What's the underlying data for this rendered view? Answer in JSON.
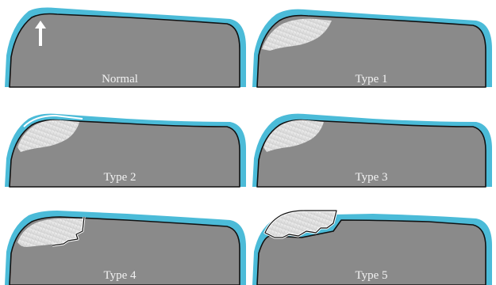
{
  "panels": [
    {
      "label": "Normal"
    },
    {
      "label": "Type 1"
    },
    {
      "label": "Type 2"
    },
    {
      "label": "Type 3"
    },
    {
      "label": "Type 4"
    },
    {
      "label": "Type 5"
    }
  ],
  "colors": {
    "cartilage": "#4bbbd8",
    "bone": "#8a8a8a",
    "outline": "#111111",
    "lesion": "#e8e8e8",
    "arrow": "#ffffff",
    "background": "#ffffff"
  },
  "icons": {
    "arrow": "up-arrow-icon"
  }
}
